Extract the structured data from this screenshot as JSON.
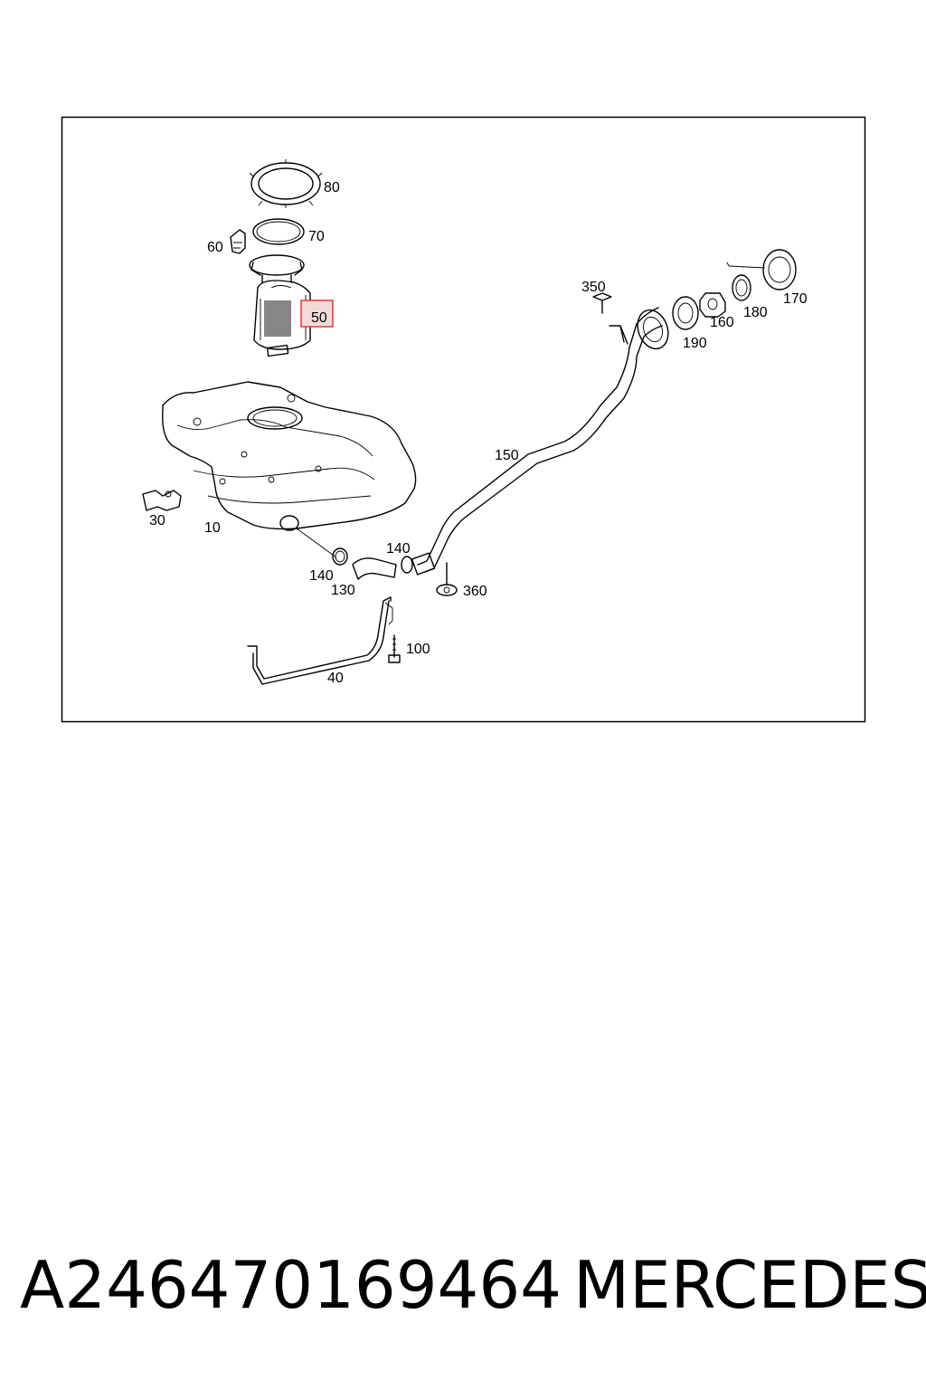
{
  "diagram": {
    "labels": {
      "p10": "10",
      "p30": "30",
      "p40": "40",
      "p50": "50",
      "p60": "60",
      "p70": "70",
      "p80": "80",
      "p100": "100",
      "p130": "130",
      "p140a": "140",
      "p140b": "140",
      "p150": "150",
      "p160": "160",
      "p170": "170",
      "p180": "180",
      "p190": "190",
      "p350": "350",
      "p360": "360"
    },
    "highlighted_part": "50",
    "highlight_color": "#e53935",
    "highlight_fill": "#f3dada"
  },
  "footer": {
    "part_number": "A246470169464",
    "brand": "MERCEDES"
  }
}
